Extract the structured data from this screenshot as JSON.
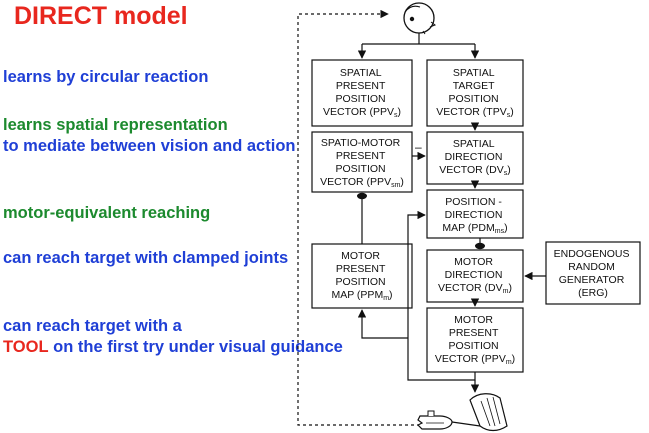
{
  "colors": {
    "title": "#e8271e",
    "blue": "#1f3fd6",
    "green": "#1c8a2e",
    "red": "#e8271e",
    "ink": "#111111"
  },
  "title": "DIRECT model",
  "bullets": [
    {
      "segments": [
        {
          "text": "learns by circular reaction",
          "color": "blue"
        }
      ]
    },
    {
      "segments": [
        {
          "text": "learns ",
          "color": "green"
        },
        {
          "text": "spatial representation",
          "color": "green"
        },
        {
          "text": "to mediate between vision and action",
          "color": "blue"
        }
      ]
    },
    {
      "segments": [
        {
          "text": "motor-equivalent reaching",
          "color": "green"
        }
      ]
    },
    {
      "segments": [
        {
          "text": "can reach target with clamped joints",
          "color": "blue"
        }
      ]
    },
    {
      "segments": [
        {
          "text": "can reach target with a",
          "color": "blue"
        },
        {
          "text": "TOOL",
          "color": "red"
        },
        {
          "text": "on the first try under visual guidance",
          "color": "blue"
        }
      ]
    }
  ],
  "diagram": {
    "minus_sign": "–",
    "icons": [
      "eye-face-icon",
      "hand-icon",
      "arm-icon"
    ],
    "boxes": {
      "ppv_s": {
        "lines": [
          "SPATIAL",
          "PRESENT",
          "POSITION"
        ],
        "last": {
          "main": "VECTOR (PPV",
          "sub": "s",
          "end": ")"
        }
      },
      "tpv_s": {
        "lines": [
          "SPATIAL",
          "TARGET",
          "POSITION"
        ],
        "last": {
          "main": "VECTOR (TPV",
          "sub": "s",
          "end": ")"
        }
      },
      "ppv_sm": {
        "lines": [
          "SPATIO-MOTOR",
          "PRESENT",
          "POSITION"
        ],
        "last": {
          "main": "VECTOR (PPV",
          "sub": "sm",
          "end": ")"
        }
      },
      "dv_s": {
        "lines": [
          "SPATIAL",
          "DIRECTION"
        ],
        "last": {
          "main": "VECTOR (DV",
          "sub": "s",
          "end": ")"
        }
      },
      "pdm_ms": {
        "lines": [
          "POSITION -",
          "DIRECTION"
        ],
        "last": {
          "main": "MAP (PDM",
          "sub": "ms",
          "end": ")"
        }
      },
      "ppm_m": {
        "lines": [
          "MOTOR",
          "PRESENT",
          "POSITION"
        ],
        "last": {
          "main": "MAP (PPM",
          "sub": "m",
          "end": ")"
        }
      },
      "dv_m": {
        "lines": [
          "MOTOR",
          "DIRECTION"
        ],
        "last": {
          "main": "VECTOR (DV",
          "sub": "m",
          "end": ")"
        }
      },
      "erg": {
        "lines": [
          "ENDOGENOUS",
          "RANDOM",
          "GENERATOR",
          "(ERG)"
        ],
        "last": null
      },
      "ppv_m": {
        "lines": [
          "MOTOR",
          "PRESENT",
          "POSITION"
        ],
        "last": {
          "main": "VECTOR (PPV",
          "sub": "m",
          "end": ")"
        }
      }
    }
  }
}
